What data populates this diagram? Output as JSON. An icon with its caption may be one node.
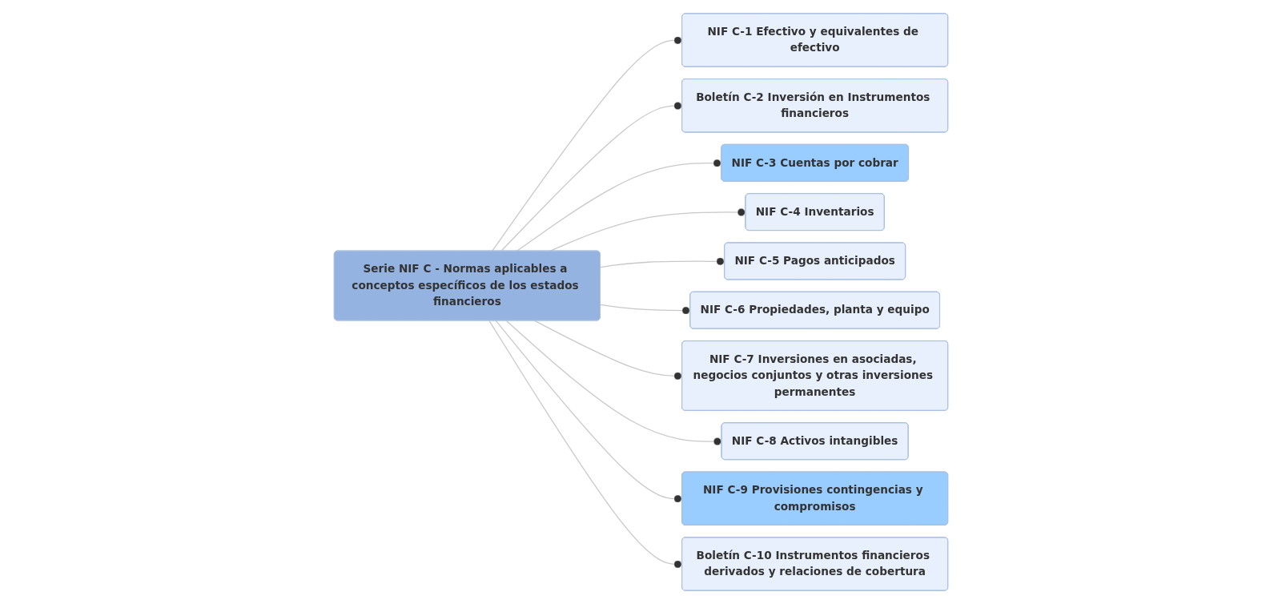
{
  "diagram": {
    "nodes": [
      {
        "text": [
          "Serie NIF C - Normas aplicables a conceptos específicos de los estados financieros"
        ]
      },
      {
        "text": [
          "NIF C-1 Efectivo y equivalentes de efectivo"
        ]
      },
      {
        "text": [
          "Boletín C-2 Inversión en Instrumentos financieros"
        ]
      },
      {
        "text": [
          "NIF C-3 Cuentas por cobrar"
        ]
      },
      {
        "text": [
          "NIF C-4 Inventarios"
        ]
      },
      {
        "text": [
          "NIF C-5 Pagos anticipados"
        ]
      },
      {
        "text": [
          "NIF C-6 Propiedades, planta y equipo"
        ]
      },
      {
        "text": [
          "NIF C-7 Inversiones en asociadas, negocios conjuntos y otras inversiones permanentes"
        ]
      },
      {
        "text": [
          "NIF C-8 Activos intangibles"
        ]
      },
      {
        "text": [
          "NIF C-9 Provisiones contingencias y compromisos"
        ]
      },
      {
        "text": [
          "Boletín C-10 Instrumentos financieros derivados y relaciones de cobertura"
        ]
      }
    ],
    "edges": [
      {
        "from": 0,
        "to": 1,
        "arrow": "other"
      },
      {
        "from": 0,
        "to": 2,
        "arrow": "other"
      },
      {
        "from": 0,
        "to": 3,
        "arrow": "other"
      },
      {
        "from": 0,
        "to": 4,
        "arrow": "other"
      },
      {
        "from": 0,
        "to": 5,
        "arrow": "other"
      },
      {
        "from": 0,
        "to": 6,
        "arrow": "other"
      },
      {
        "from": 0,
        "to": 7,
        "arrow": "other"
      },
      {
        "from": 0,
        "to": 8,
        "arrow": "other"
      },
      {
        "from": 0,
        "to": 9,
        "arrow": "other"
      },
      {
        "from": 0,
        "to": 10,
        "arrow": "other"
      }
    ]
  }
}
